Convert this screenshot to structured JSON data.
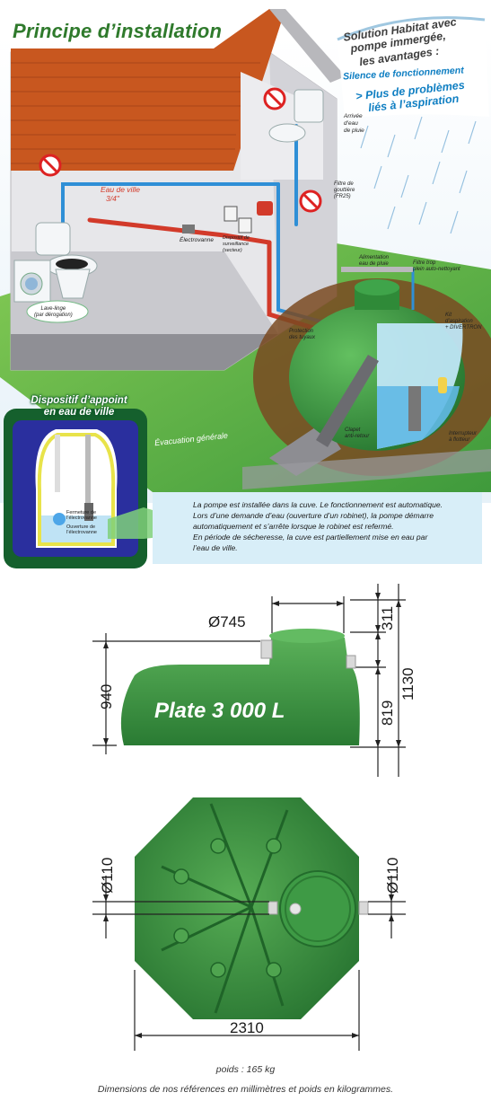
{
  "title": "Principe d’installation",
  "badge": {
    "line1": "Solution Habitat avec",
    "line2": "pompe immergée,",
    "line3": "les avantages :",
    "line4": "Silence de fonctionnement",
    "line5": "> Plus de problèmes",
    "line6": "liés à l’aspiration"
  },
  "labels": {
    "arrivee": [
      "Arrivée",
      "d’eau",
      "de pluie"
    ],
    "eau_de_ville": [
      "Eau de ville",
      "3/4\""
    ],
    "electrovanne": "Électrovanne",
    "disjoncteur": [
      "Dispositif de",
      "surveillance",
      "(secteur)"
    ],
    "filtre": [
      "Filtre de",
      "gouttière",
      "(FR25)"
    ],
    "alimentation": [
      "Alimentation",
      "eau de pluie"
    ],
    "filtre_trop_plein": [
      "Filtre trop",
      "plein auto-nettoyant"
    ],
    "kit": [
      "Kit",
      "d’aspiration",
      "+ DIVERTRON"
    ],
    "protection": [
      "Protection",
      "des tuyaux"
    ],
    "clapet": [
      "Clapet",
      "anti-retour"
    ],
    "interrupteur": [
      "Interrupteur",
      "à flotteur"
    ],
    "lave_linge": [
      "Lave-linge",
      "(par dérogation)"
    ],
    "evacuation": "Évacuation générale"
  },
  "dispositif": {
    "title_line1": "Dispositif d’appoint",
    "title_line2": "en eau de ville",
    "fermeture": [
      "Fermeture de",
      "l’électrovanne"
    ],
    "ouverture": [
      "Ouverture de",
      "l’électrovanne"
    ]
  },
  "info": {
    "lines": [
      "La pompe est installée dans la cuve. Le fonctionnement est automatique.",
      "Lors d’une demande d’eau (ouverture d’un robinet), la pompe démarre",
      "automatiquement et s’arrête lorsque le robinet est refermé.",
      "En période de sécheresse, la cuve est partiellement mise en eau par",
      "l’eau de ville."
    ]
  },
  "tank": {
    "name": "Plate 3 000 L",
    "dim_diameter_top": "Ø745",
    "dim_311": "311",
    "dim_819": "819",
    "dim_1130": "1130",
    "dim_940": "940",
    "dim_110_left": "Ø110",
    "dim_110_right": "Ø110",
    "dim_2310": "2310"
  },
  "poids": "poids : 165 kg",
  "footer": "Dimensions de nos références en millimètres et poids en kilogrammes.",
  "colors": {
    "title_green": "#2f7a2c",
    "badge_blue": "#0e7ec2",
    "tank_green": "#3f9a46",
    "grass_green": "#5fb848",
    "water_red": "#d23a2a",
    "pipe_blue": "#2f8fd6",
    "info_bg": "#d8eef8",
    "dispositif_bg": "#15602d",
    "dispositif_blue": "#2a2f9e"
  }
}
